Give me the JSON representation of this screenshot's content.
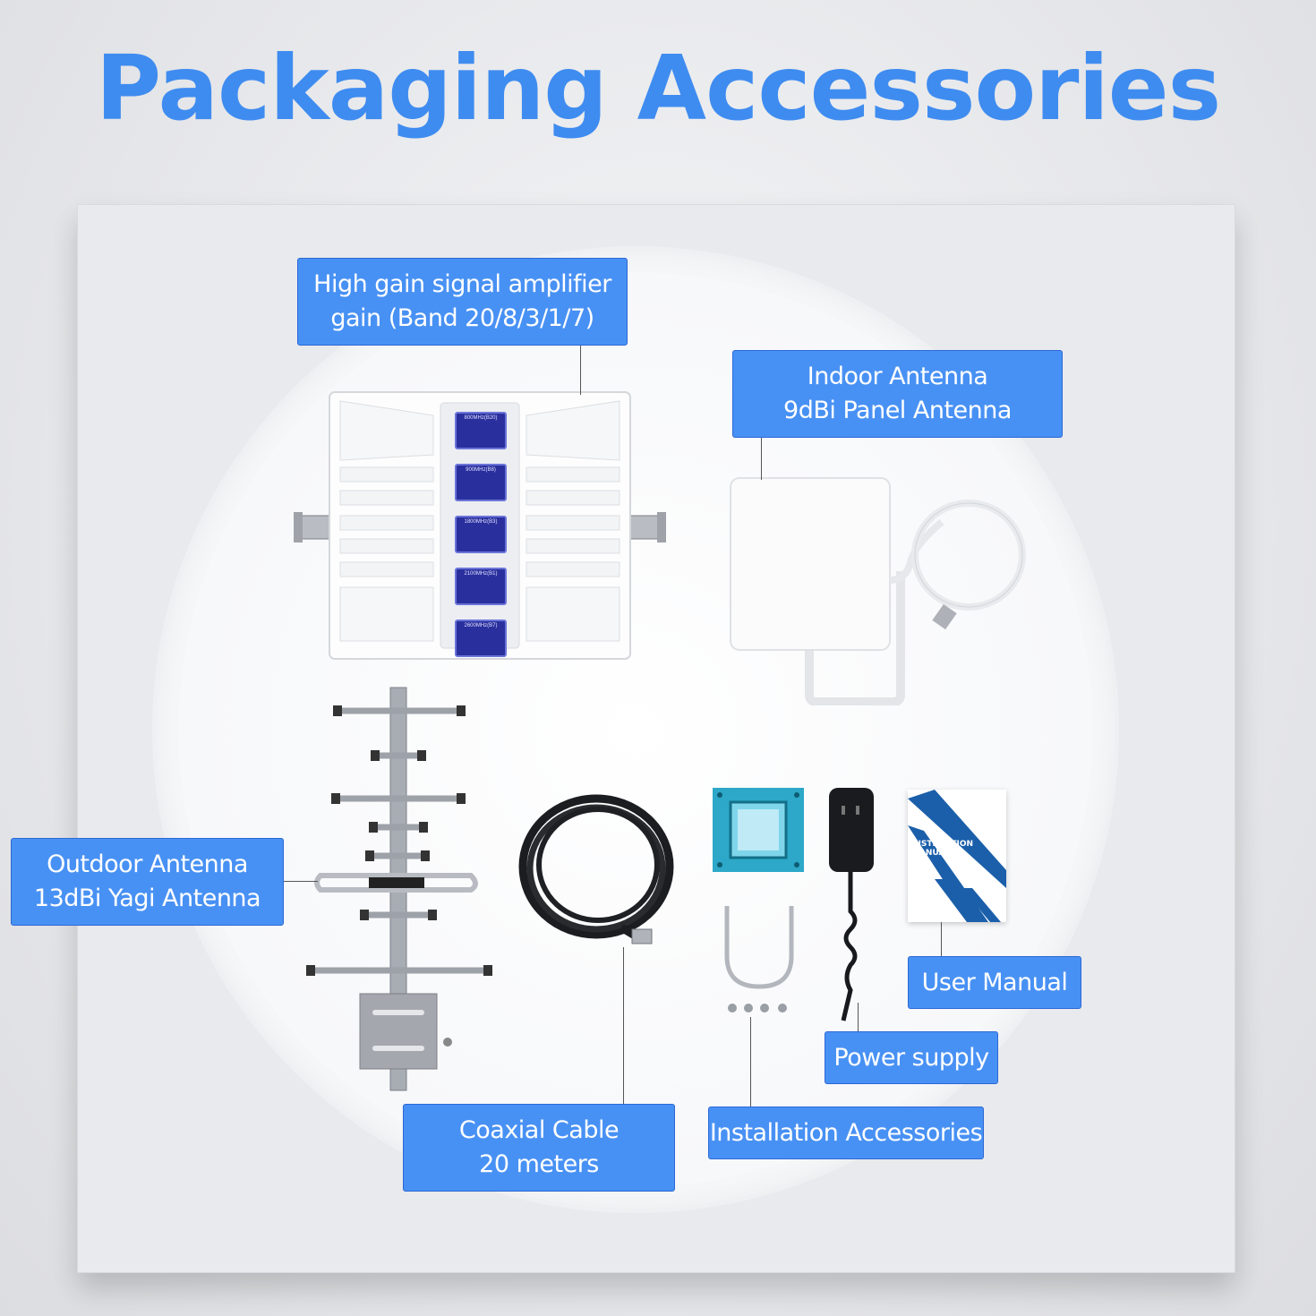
{
  "title": "Packaging Accessories",
  "colors": {
    "accent": "#3f8cf0",
    "label_bg": "#4891f4",
    "board": "#e9eaed"
  },
  "labels": {
    "amplifier": {
      "line1": "High gain signal amplifier",
      "line2": "gain (Band 20/8/3/1/7)"
    },
    "indoor": {
      "line1": "Indoor Antenna",
      "line2": "9dBi Panel Antenna"
    },
    "outdoor": {
      "line1": "Outdoor Antenna",
      "line2": "13dBi Yagi Antenna"
    },
    "cable": {
      "line1": "Coaxial Cable",
      "line2": "20 meters"
    },
    "manual": {
      "line1": "User Manual"
    },
    "power": {
      "line1": "Power supply"
    },
    "install": {
      "line1": "Installation Accessories"
    }
  },
  "amplifier_bands": [
    "800MHz(B20)",
    "900MHz(B8)",
    "1800MHz(B3)",
    "2100MHz(B1)",
    "2600MHz(B7)"
  ],
  "manual_cover": {
    "line1": "INSTRUCTION",
    "line2": "MANUAL"
  },
  "icons": {
    "amplifier": "signal-amplifier-icon",
    "indoor_antenna": "panel-antenna-icon",
    "outdoor_antenna": "yagi-antenna-icon",
    "cable": "coaxial-cable-icon",
    "bracket": "mounting-bracket-icon",
    "power": "power-adapter-icon",
    "manual": "manual-booklet-icon"
  }
}
